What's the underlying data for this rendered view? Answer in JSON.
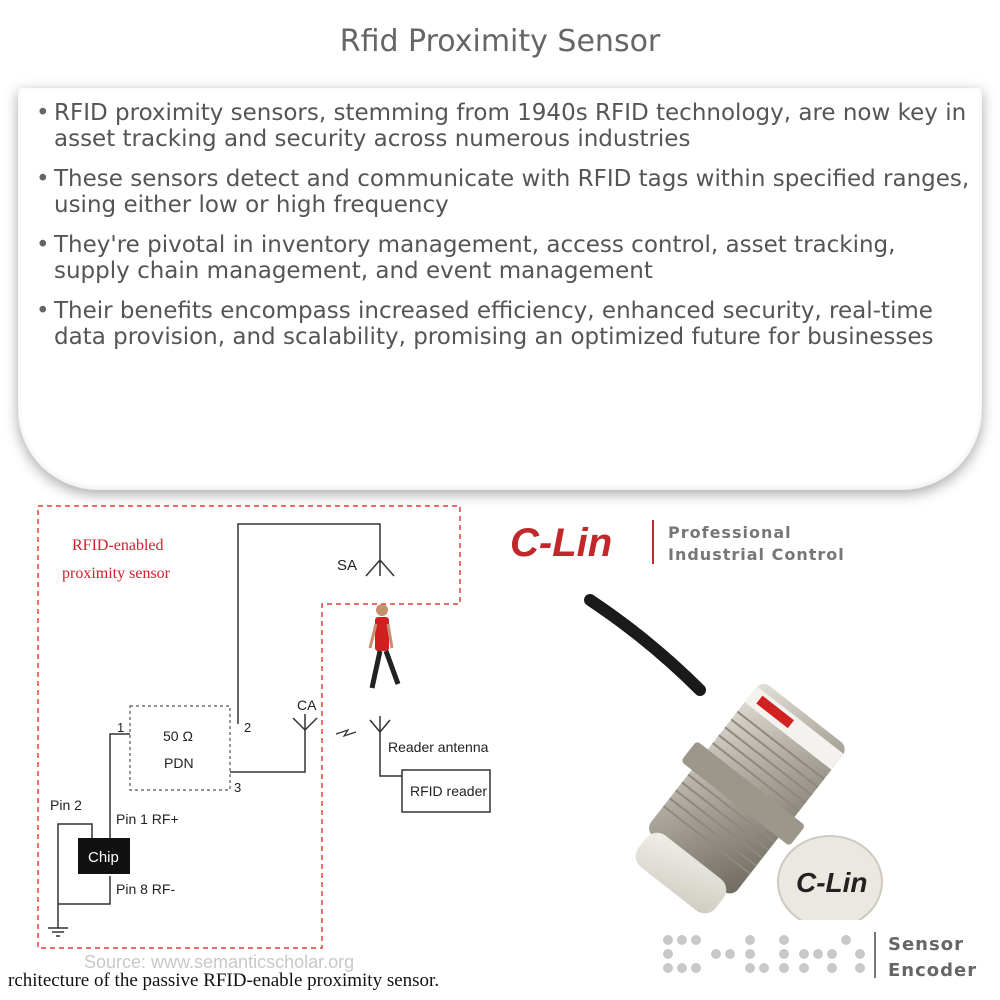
{
  "page": {
    "title": "Rfid Proximity Sensor"
  },
  "bullets": [
    "RFID proximity sensors, stemming from 1940s RFID technology, are now key in asset tracking and security across numerous industries",
    "These sensors detect and communicate with RFID tags within specified ranges, using either low or high frequency",
    "They're pivotal in inventory management, access control, asset tracking, supply chain management, and event management",
    "Their benefits encompass increased efficiency, enhanced security, real-time data provision, and scalability, promising an optimized future for businesses"
  ],
  "diagram": {
    "heading_line1": "RFID-enabled",
    "heading_line2": "proximity sensor",
    "sa_label": "SA",
    "ca_label": "CA",
    "pdn_line1": "50 Ω",
    "pdn_line2": "PDN",
    "port1": "1",
    "port2": "2",
    "port3": "3",
    "pin2": "Pin 2",
    "pin1": "Pin 1 RF+",
    "pin8": "Pin 8 RF-",
    "chip": "Chip",
    "reader_antenna": "Reader antenna",
    "rfid_reader": "RFID reader",
    "source": "Source: www.semanticscholar.org",
    "caption": "rchitecture of the passive RFID-enable proximity sensor."
  },
  "brand": {
    "logo_text": "C-Lin",
    "tagline_line1": "Professional",
    "tagline_line2": "Industrial Control",
    "sensor_cap_text": "C-Lin",
    "accent_color": "#c0282a"
  },
  "footer": {
    "brand_line1": "Sensor",
    "brand_line2": "Encoder"
  }
}
